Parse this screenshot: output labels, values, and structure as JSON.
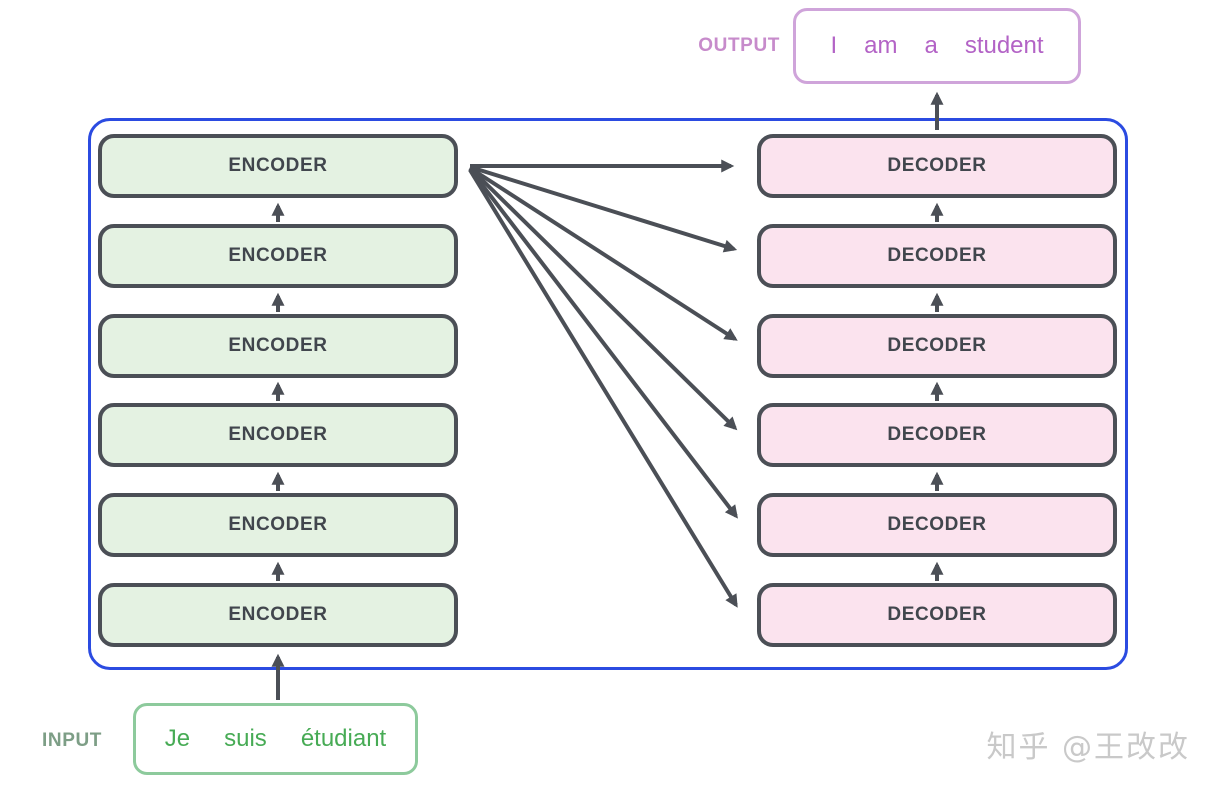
{
  "diagram_type": "transformer-encoder-decoder-stack",
  "output": {
    "label": "OUTPUT",
    "tokens": [
      "I",
      "am",
      "a",
      "student"
    ]
  },
  "input": {
    "label": "INPUT",
    "tokens": [
      "Je",
      "suis",
      "étudiant"
    ]
  },
  "encoders": [
    {
      "label": "ENCODER"
    },
    {
      "label": "ENCODER"
    },
    {
      "label": "ENCODER"
    },
    {
      "label": "ENCODER"
    },
    {
      "label": "ENCODER"
    },
    {
      "label": "ENCODER"
    }
  ],
  "decoders": [
    {
      "label": "DECODER"
    },
    {
      "label": "DECODER"
    },
    {
      "label": "DECODER"
    },
    {
      "label": "DECODER"
    },
    {
      "label": "DECODER"
    },
    {
      "label": "DECODER"
    }
  ],
  "watermark": "知乎 @王改改",
  "colors": {
    "frame_blue": "#2b4be1",
    "box_border": "#4b4f56",
    "arrow": "#4b4f56",
    "encoder_fill": "#e4f2e2",
    "decoder_fill": "#fbe3ee",
    "output_border": "#cfa4da",
    "output_text": "#b363c6",
    "output_label_text": "#c78bcb",
    "input_border": "#8dca9c",
    "input_text": "#47ab55",
    "input_label_text": "#7d9e86",
    "watermark_gray": "#c9c9c9"
  }
}
